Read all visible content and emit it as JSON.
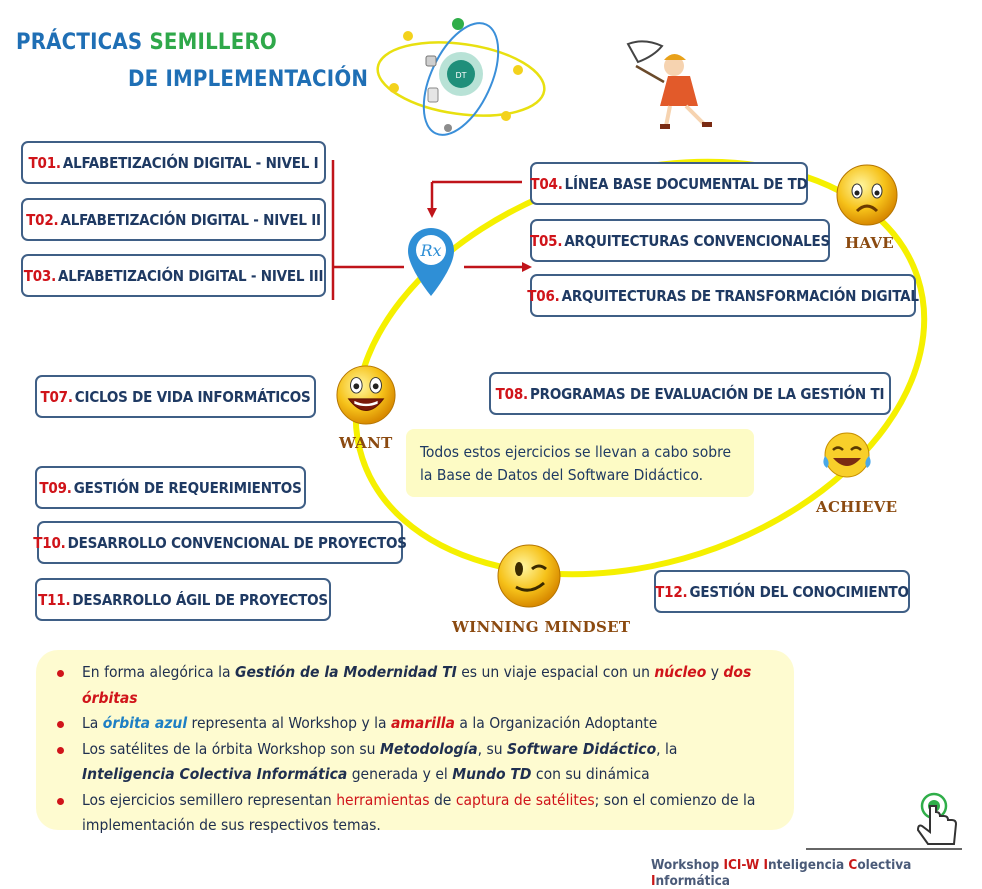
{
  "title": {
    "line1_part1": "PRÁCTICAS",
    "line1_part2": "SEMILLERO",
    "line2": "DE IMPLEMENTACIÓN"
  },
  "tasks": [
    {
      "code": "T01.",
      "label": "ALFABETIZACIÓN DIGITAL - NIVEL I"
    },
    {
      "code": "T02.",
      "label": "ALFABETIZACIÓN DIGITAL - NIVEL II"
    },
    {
      "code": "T03.",
      "label": "ALFABETIZACIÓN DIGITAL - NIVEL III"
    },
    {
      "code": "T04.",
      "label": "LÍNEA BASE DOCUMENTAL DE TD"
    },
    {
      "code": "T05.",
      "label": "ARQUITECTURAS CONVENCIONALES"
    },
    {
      "code": "T06.",
      "label": "ARQUITECTURAS DE TRANSFORMACIÓN DIGITAL"
    },
    {
      "code": "T07.",
      "label": "CICLOS DE VIDA INFORMÁTICOS"
    },
    {
      "code": "T08.",
      "label": "PROGRAMAS DE EVALUACIÓN DE LA GESTIÓN TI"
    },
    {
      "code": "T09.",
      "label": "GESTIÓN DE REQUERIMIENTOS"
    },
    {
      "code": "T10.",
      "label": "DESARROLLO CONVENCIONAL DE PROYECTOS"
    },
    {
      "code": "T11.",
      "label": "DESARROLLO ÁGIL DE PROYECTOS"
    },
    {
      "code": "T12.",
      "label": "GESTIÓN DEL CONOCIMIENTO"
    }
  ],
  "labels": {
    "have": "HAVE",
    "want": "WANT",
    "achieve": "ACHIEVE",
    "winning": "WINNING MINDSET"
  },
  "pin_glyph": "Rx",
  "note": "Todos estos ejercicios se llevan a cabo sobre la Base de Datos del Software Didáctico.",
  "bullets": {
    "b1": {
      "t1": "En forma alegórica la ",
      "e1": "Gestión de la Modernidad TI",
      "t2": " es un viaje espacial con un ",
      "e2": "núcleo",
      "t3": " y ",
      "e3": "dos órbitas"
    },
    "b2": {
      "t1": "La ",
      "e1": "órbita azul",
      "t2": " representa al Workshop y la ",
      "e2": "amarilla",
      "t3": " a la Organización Adoptante"
    },
    "b3": {
      "t1": "Los satélites de la órbita Workshop son su ",
      "e1": "Metodología",
      "t2": ", su ",
      "e2": "Software Didáctico",
      "t3": ", la ",
      "e3": "Inteligencia Colectiva Informática",
      "t4": " generada y el ",
      "e4": "Mundo TD",
      "t5": " con su dinámica"
    },
    "b4": {
      "t1": "Los ejercicios semillero representan ",
      "e1": "herramientas",
      "t2": " de ",
      "e2": "captura de satélites",
      "t3": "; son el comienzo de la implementación de sus respectivos temas."
    }
  },
  "footer": {
    "w": "Workshop ",
    "icw": "ICI-W",
    "i": " I",
    "t1": "nteligencia ",
    "c": "C",
    "t2": "olectiva ",
    "inf": "I",
    "t3": "nformática"
  },
  "colors": {
    "box_border": "#3f5f86",
    "code_red": "#d0141a",
    "orbit_yellow": "#f5f000",
    "label_brown": "#8b4a10",
    "arrow_red": "#c0141a",
    "pin_blue": "#2f8fd6"
  }
}
